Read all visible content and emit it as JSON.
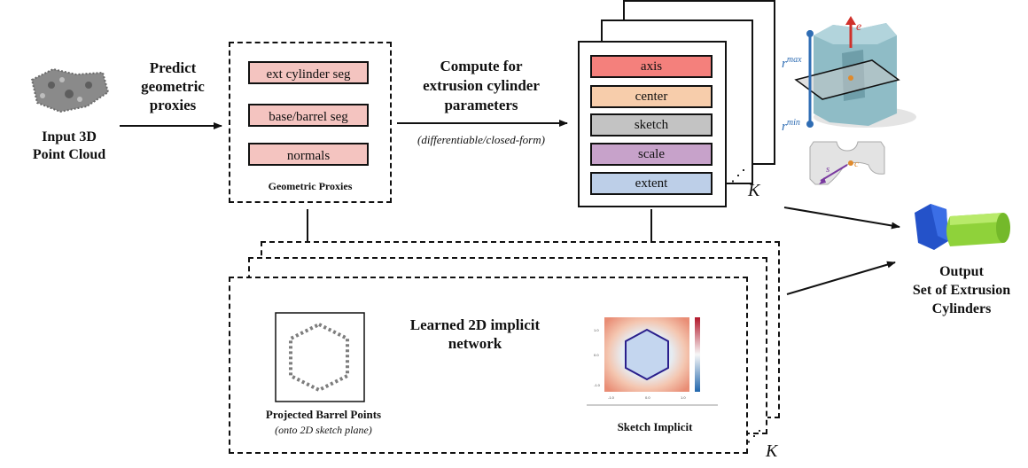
{
  "input": {
    "label_line1": "Input 3D",
    "label_line2": "Point Cloud"
  },
  "predict": {
    "line1": "Predict",
    "line2": "geometric",
    "line3": "proxies"
  },
  "proxies": {
    "items": [
      "ext cylinder seg",
      "base/barrel seg",
      "normals"
    ],
    "caption": "Geometric Proxies",
    "fill_color": "#f4c4c0"
  },
  "compute": {
    "line1": "Compute for",
    "line2": "extrusion cylinder",
    "line3": "parameters",
    "note": "(differentiable/closed-form)"
  },
  "params": {
    "items": [
      {
        "label": "axis",
        "color": "#f4807c"
      },
      {
        "label": "center",
        "color": "#f7cdab"
      },
      {
        "label": "sketch",
        "color": "#c3c3c3"
      },
      {
        "label": "scale",
        "color": "#c7a2ca"
      },
      {
        "label": "extent",
        "color": "#bdcfe8"
      }
    ],
    "dots": "⋰",
    "k_label": "K"
  },
  "illustration": {
    "r_max_base": "r",
    "r_max_sup": "max",
    "r_min_base": "r",
    "r_min_sup": "min",
    "e_label": "e",
    "c_label": "c",
    "s_label": "s"
  },
  "output": {
    "line1": "Output",
    "line2": "Set of Extrusion",
    "line3": "Cylinders"
  },
  "bottom": {
    "projected_caption": "Projected Barrel Points",
    "projected_sub": "(onto 2D sketch plane)",
    "network_line1": "Learned 2D implicit",
    "network_line2": "network",
    "implicit_caption": "Sketch Implicit",
    "dots": "⋰",
    "k_label": "K"
  }
}
